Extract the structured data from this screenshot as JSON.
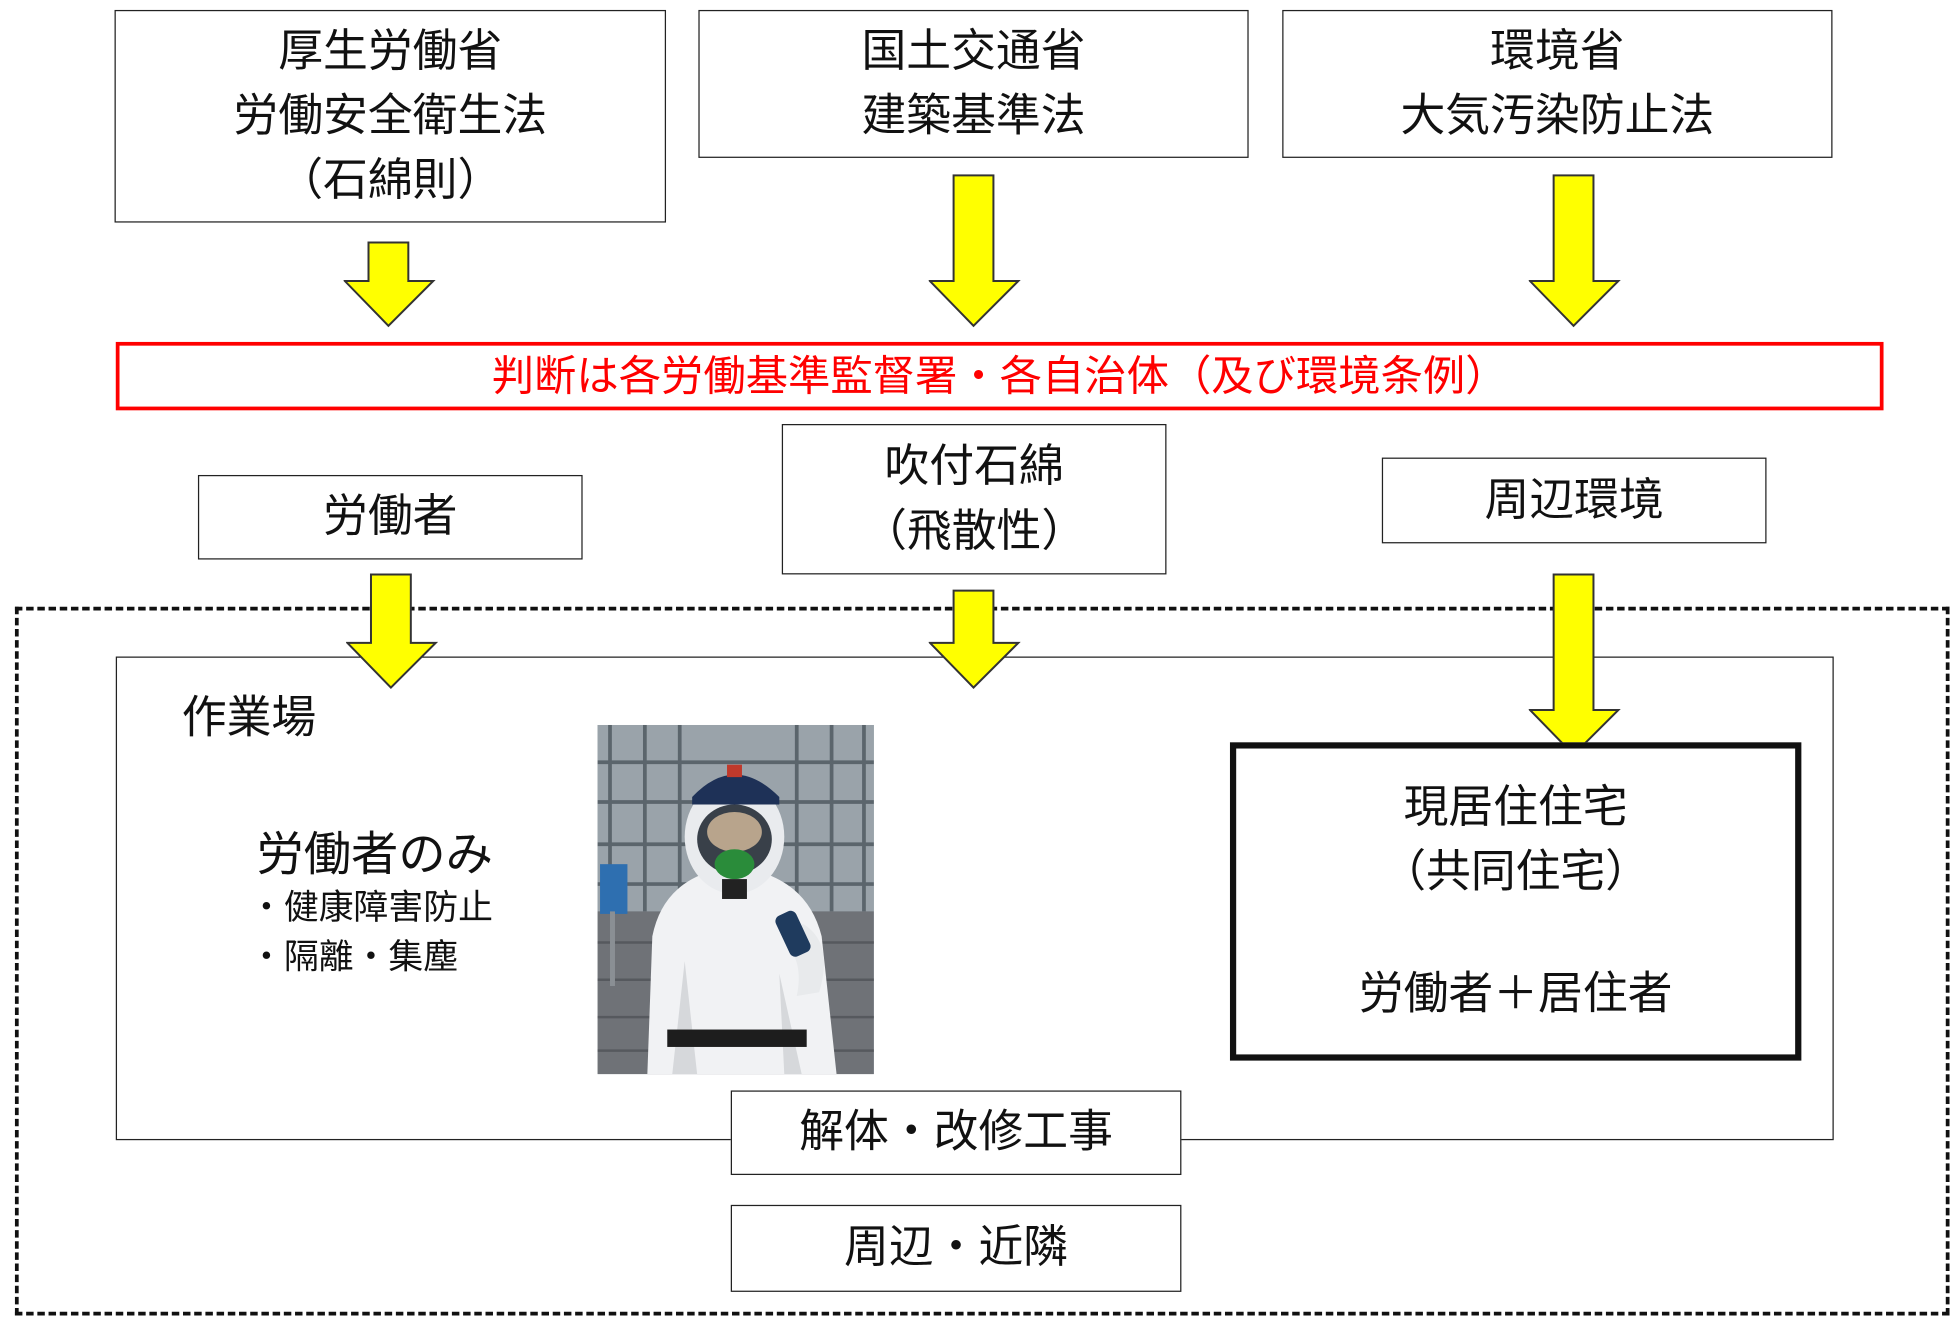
{
  "authorities": [
    {
      "lines": [
        "厚生労働省",
        "労働安全衛生法",
        "（石綿則）"
      ]
    },
    {
      "lines": [
        "国土交通省",
        "建築基準法"
      ]
    },
    {
      "lines": [
        "環境省",
        "大気汚染防止法"
      ]
    }
  ],
  "judgment": {
    "text": "判断は各労働基準監督署・各自治体（及び環境条例）",
    "color": "#ff0000"
  },
  "targets": {
    "workers": "労働者",
    "sprayed_asbestos": [
      "吹付石綿",
      "（飛散性）"
    ],
    "surroundings": "周辺環境"
  },
  "worksite": {
    "label": "作業場",
    "workers_only": {
      "title": "労働者のみ",
      "items": [
        "・健康障害防止",
        "・隔離・集塵"
      ]
    },
    "occupied_housing": {
      "lines": [
        "現居住住宅",
        "（共同住宅）"
      ],
      "note": "労働者＋居住者"
    }
  },
  "demolition_label": "解体・改修工事",
  "neighborhood_label": "周辺・近隣",
  "colors": {
    "arrow_fill": "#ffff00",
    "judgment_border": "#ff0000"
  }
}
